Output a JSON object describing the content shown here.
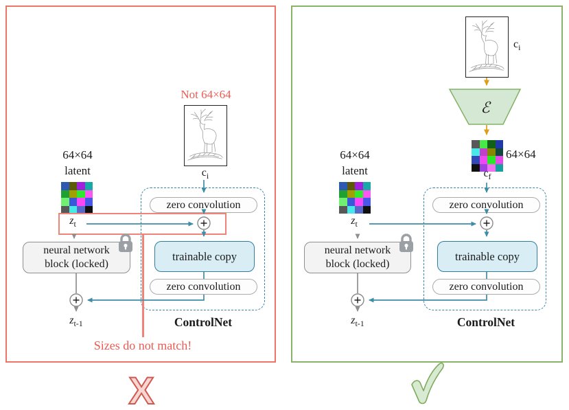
{
  "colors": {
    "red_border": "#ee7468",
    "red_text": "#ed5a52",
    "red_line": "#f08478",
    "green_border": "#88b368",
    "teal": "#3e8ca6",
    "dashed_border": "#3884ad",
    "orange": "#dd9f1b",
    "gray_line": "#8f8f8f",
    "trainable_fill": "#d9edf5",
    "trainable_border": "#2e7f9e",
    "encoder_fill": "#d5e8d4",
    "encoder_border": "#82b366",
    "cross_fill": "#f8d6d2",
    "cross_stroke": "#cf5a52",
    "check_fill": "#d9ead3",
    "check_stroke": "#7cab5c"
  },
  "labels": {
    "zero_convolution": "zero convolution",
    "nn_block_line1": "neural network",
    "nn_block_line2": "block (locked)",
    "trainable_copy": "trainable copy",
    "controlnet": "ControlNet",
    "latent_size": "64×64",
    "latent_word": "latent",
    "z_base": "z",
    "zt_sub": "t",
    "zt_minus1_sub": "t-1",
    "c_base": "c",
    "ci_sub": "i",
    "cf_sub": "f"
  },
  "left_panel": {
    "warning_top": "Not 64×64",
    "warning_bottom": "Sizes do not match!"
  },
  "right_panel": {
    "encoder_symbol": "ℰ",
    "cf_size_label": "64×64"
  },
  "marks": {
    "cross_glyph": "X"
  },
  "grids": {
    "latent": [
      [
        "#2e59b0",
        "#5a5a08",
        "#a020e0",
        "#18a8a8"
      ],
      [
        "#20a030",
        "#a0a000",
        "#30e830",
        "#f858f0"
      ],
      [
        "#70f070",
        "#3858d8",
        "#f848f8",
        "#4858e8"
      ],
      [
        "#585858",
        "#48e8e8",
        "#5868c8",
        "#101010"
      ]
    ],
    "cf": [
      [
        "#585858",
        "#48e848",
        "#106018",
        "#2038a8"
      ],
      [
        "#48e8e8",
        "#c040c8",
        "#888800",
        "#104840"
      ],
      [
        "#3048b8",
        "#f048f0",
        "#28e828",
        "#e848e8"
      ],
      [
        "#101010",
        "#a040e0",
        "#f070f0",
        "#18a0a0"
      ]
    ]
  }
}
